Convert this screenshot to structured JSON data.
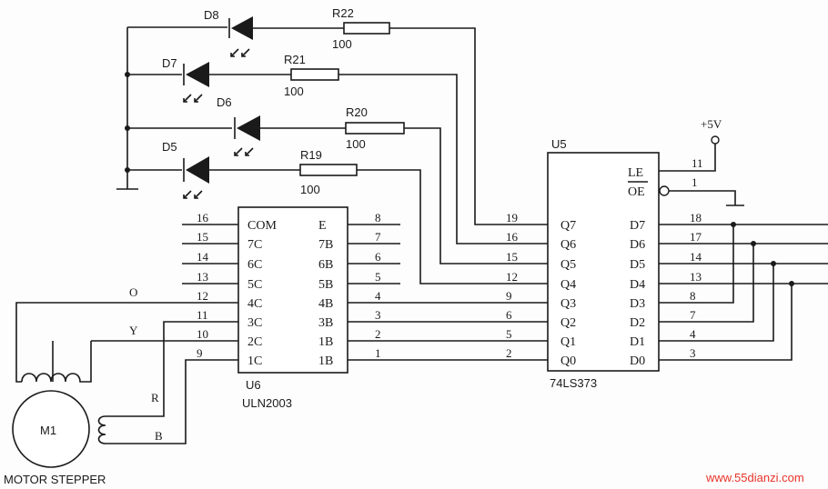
{
  "u6": {
    "ref": "U6",
    "part": "ULN2003",
    "left_labels": [
      "COM",
      "7C",
      "6C",
      "5C",
      "4C",
      "3C",
      "2C",
      "1C"
    ],
    "right_labels": [
      "E",
      "7B",
      "6B",
      "5B",
      "4B",
      "3B",
      "1B",
      "1B"
    ],
    "left_pins": [
      "16",
      "15",
      "14",
      "13",
      "12",
      "11",
      "10",
      "9"
    ],
    "right_pins": [
      "8",
      "7",
      "6",
      "5",
      "4",
      "3",
      "2",
      "1"
    ]
  },
  "u5": {
    "ref": "U5",
    "part": "74LS373",
    "left_labels": [
      "Q7",
      "Q6",
      "Q5",
      "Q4",
      "Q3",
      "Q2",
      "Q1",
      "Q0"
    ],
    "right_labels": [
      "D7",
      "D6",
      "D5",
      "D4",
      "D3",
      "D2",
      "D1",
      "D0"
    ],
    "left_pins": [
      "19",
      "16",
      "15",
      "12",
      "9",
      "6",
      "5",
      "2"
    ],
    "right_pins": [
      "18",
      "17",
      "14",
      "13",
      "8",
      "7",
      "4",
      "3"
    ],
    "le_label": "LE",
    "oe_label": "OE",
    "le_pin": "11",
    "oe_pin": "1"
  },
  "supply": "+5V",
  "leds": [
    {
      "ref": "D8",
      "resistor": "R22",
      "value": "100"
    },
    {
      "ref": "D7",
      "resistor": "R21",
      "value": "100"
    },
    {
      "ref": "D6",
      "resistor": "R20",
      "value": "100"
    },
    {
      "ref": "D5",
      "resistor": "R19",
      "value": "100"
    }
  ],
  "motor": {
    "ref": "M1",
    "caption": "MOTOR STEPPER",
    "wires": {
      "o": "O",
      "y": "Y",
      "r": "R",
      "b": "B"
    }
  },
  "watermark": "www.55dianzi.com"
}
